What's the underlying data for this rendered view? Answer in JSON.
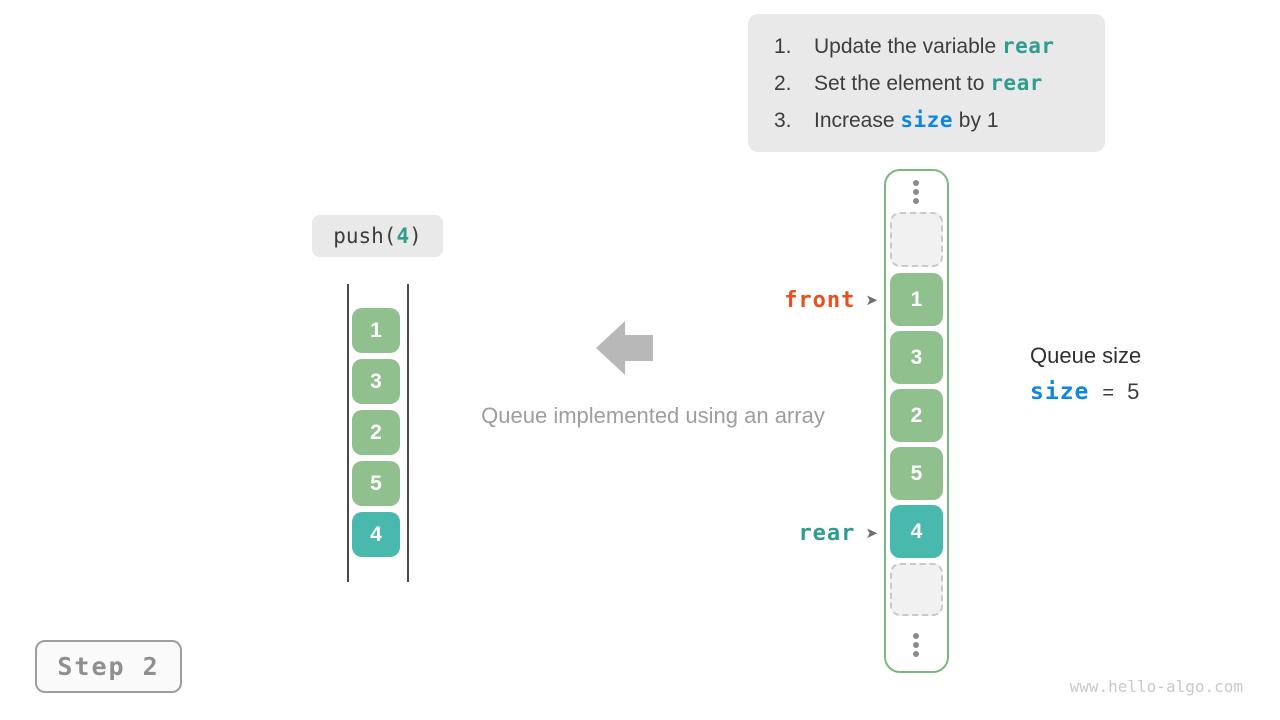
{
  "colors": {
    "teal_code": "#2e9d8d",
    "blue_code": "#0e87e0",
    "green_cell": "#8fc08e",
    "teal_cell": "#4ab9ad",
    "front_label": "#e8501e",
    "array_border": "#7cb87c"
  },
  "instructions": {
    "items": [
      {
        "number": "1.",
        "text_before": "Update the variable ",
        "code": "rear",
        "text_after": ""
      },
      {
        "number": "2.",
        "text_before": "Set the element to ",
        "code": "rear",
        "text_after": ""
      },
      {
        "number": "3.",
        "text_before": "Increase ",
        "code": "size",
        "text_after": " by 1"
      }
    ]
  },
  "operation": {
    "prefix": "push(",
    "argument": "4",
    "suffix": ")"
  },
  "stack": {
    "values": [
      "1",
      "3",
      "2",
      "5",
      "4"
    ]
  },
  "caption": "Queue implemented using an array",
  "array": {
    "values": [
      "1",
      "3",
      "2",
      "5",
      "4"
    ]
  },
  "pointers": {
    "front_label": "front",
    "rear_label": "rear",
    "arrow_glyph": "➤"
  },
  "queue_size": {
    "title": "Queue size",
    "variable": "size",
    "operator": "=",
    "value": "5"
  },
  "step_label": "Step 2",
  "watermark": "www.hello-algo.com"
}
